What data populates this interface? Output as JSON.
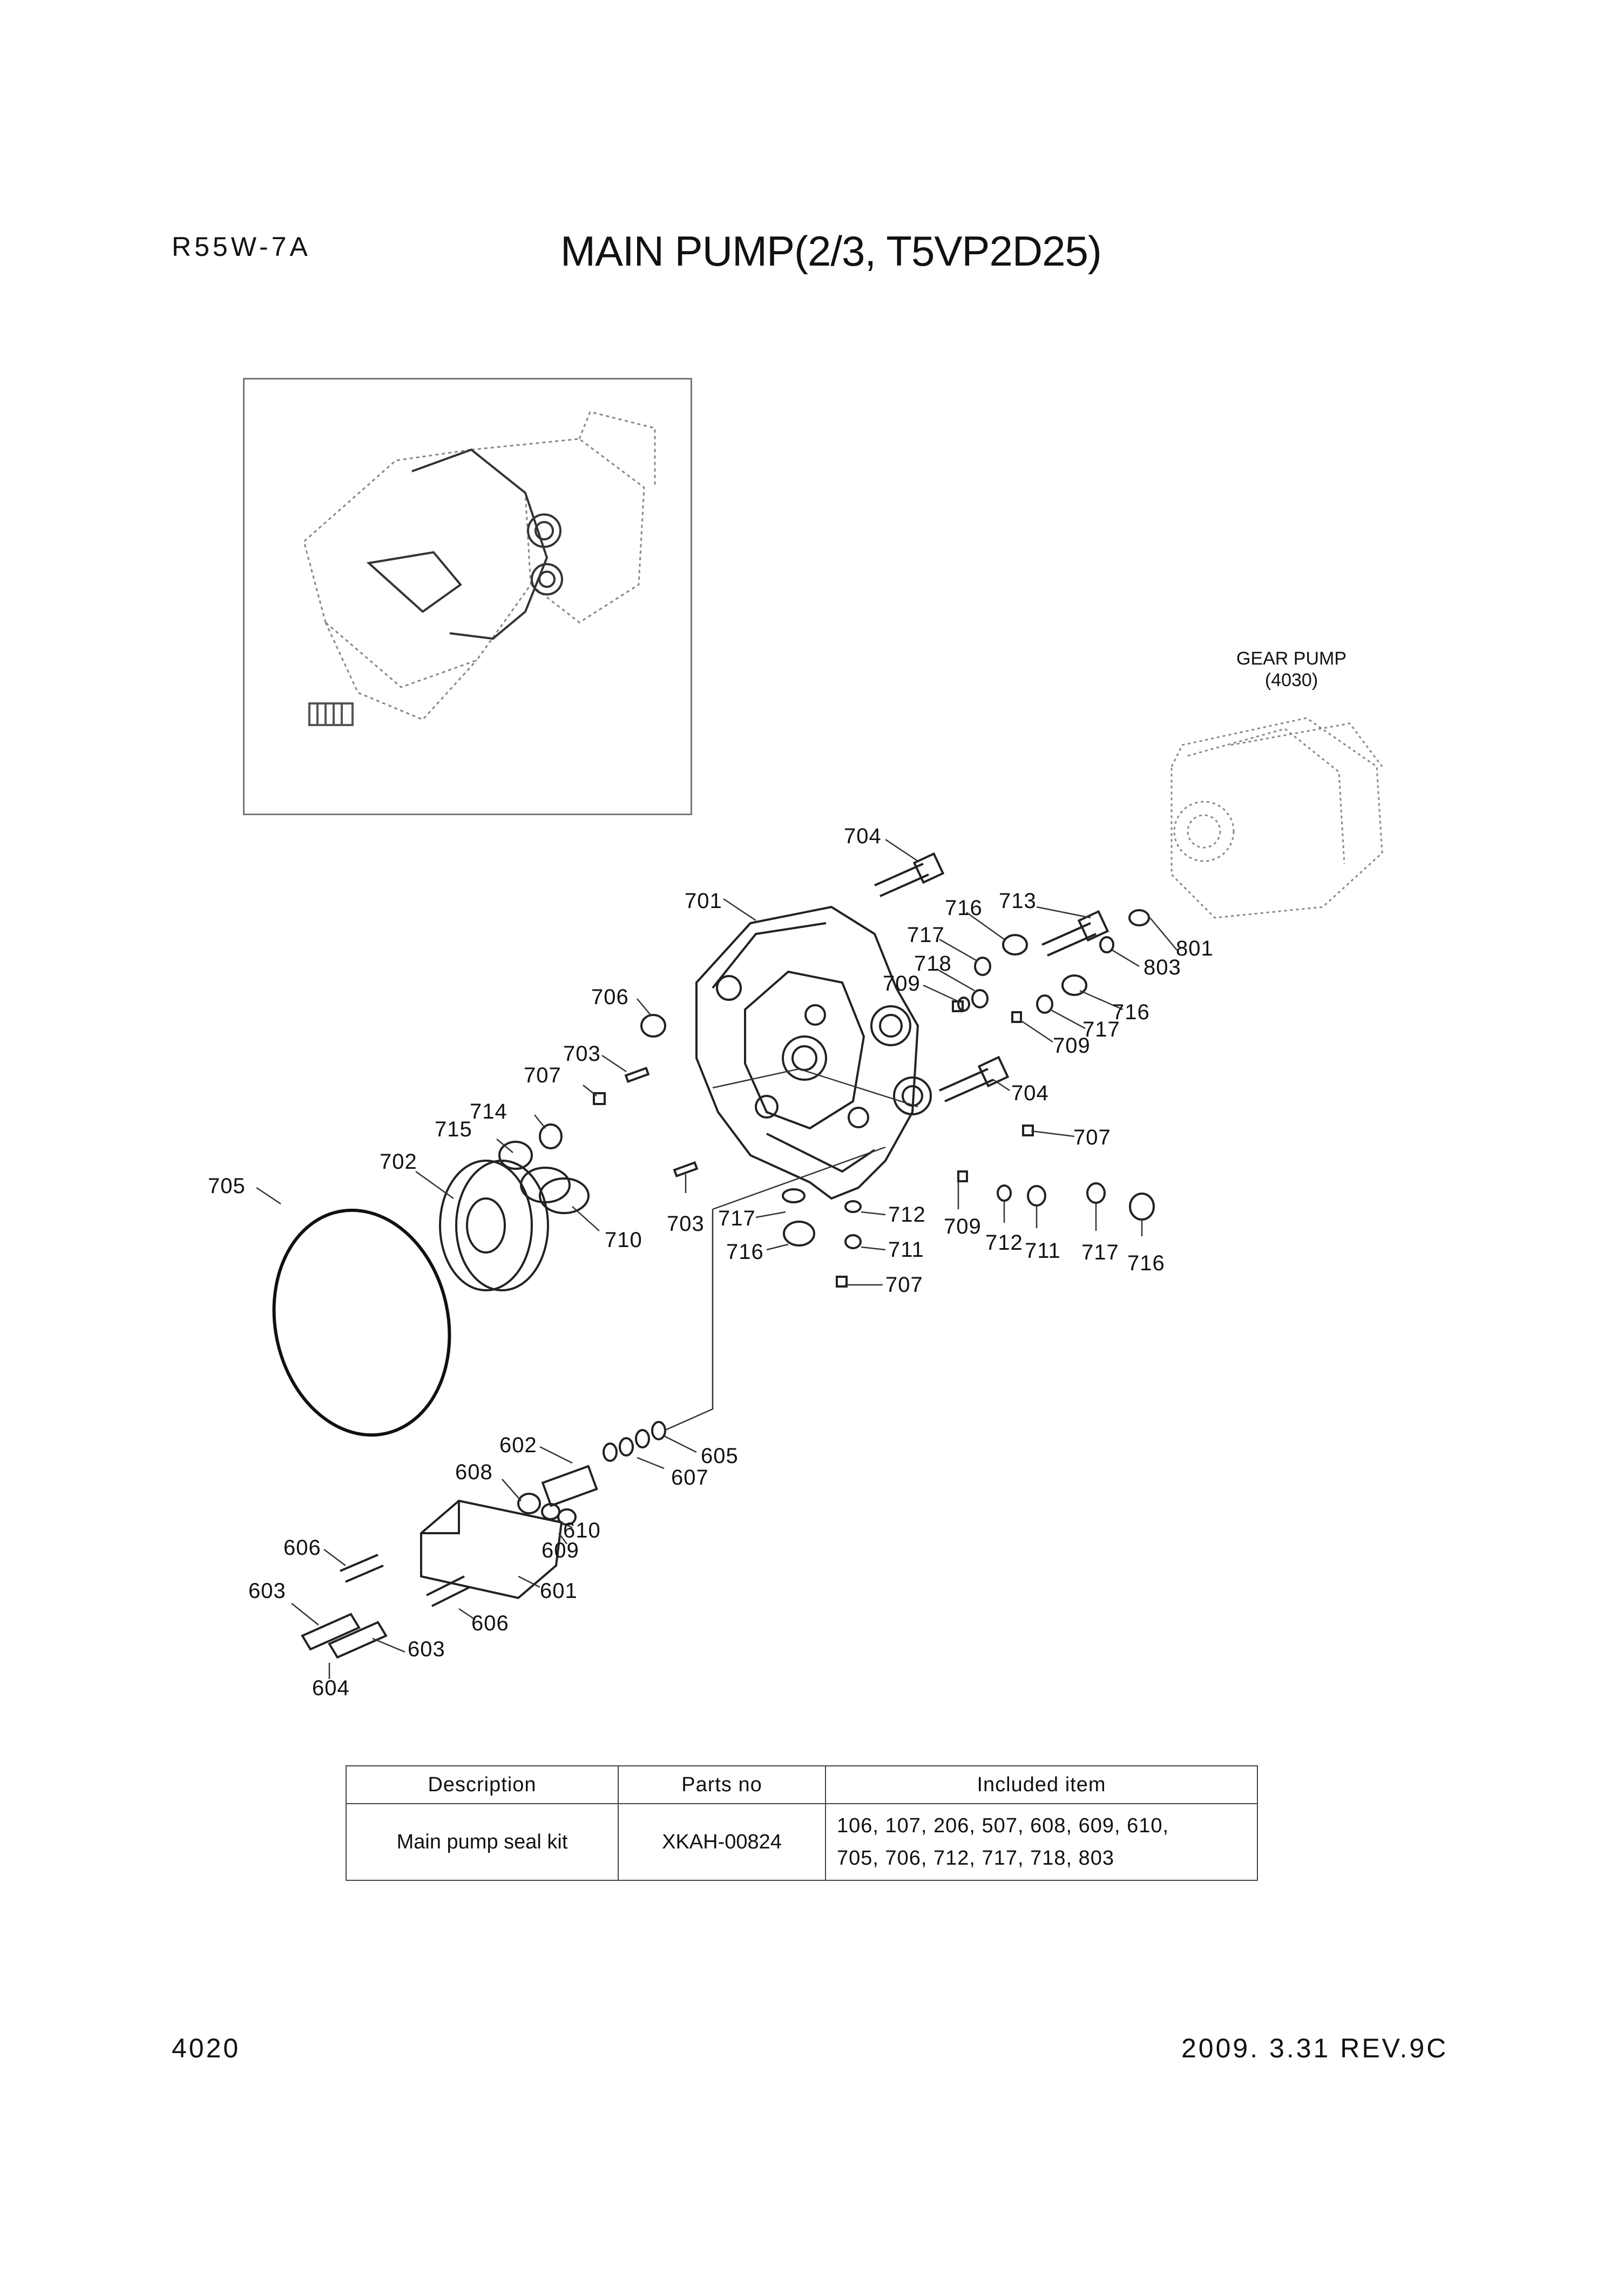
{
  "header": {
    "model": "R55W-7A",
    "title": "MAIN PUMP(2/3, T5VP2D25)"
  },
  "assembly": {
    "gear_pump_label": "GEAR PUMP",
    "gear_pump_ref": "(4030)",
    "part_callouts": {
      "c704a": "704",
      "c701": "701",
      "c716a": "716",
      "c713": "713",
      "c717a": "717",
      "c801": "801",
      "c718": "718",
      "c803": "803",
      "c709a": "709",
      "c706": "706",
      "c716b": "716",
      "c717b": "717",
      "c709b": "709",
      "c703a": "703",
      "c707a": "707",
      "c704b": "704",
      "c714": "714",
      "c715": "715",
      "c707b": "707",
      "c702": "702",
      "c705": "705",
      "c717c": "717",
      "c712a": "712",
      "c703b": "703",
      "c709c": "709",
      "c712b": "712",
      "c711a": "711",
      "c717d": "717",
      "c716c": "716",
      "c710": "710",
      "c716d": "716",
      "c711b": "711",
      "c707c": "707",
      "c602": "602",
      "c605": "605",
      "c608": "608",
      "c607": "607",
      "c610": "610",
      "c609": "609",
      "c606a": "606",
      "c601": "601",
      "c603a": "603",
      "c606b": "606",
      "c603b": "603",
      "c604": "604"
    }
  },
  "parts_table": {
    "headers": [
      "Description",
      "Parts no",
      "Included item"
    ],
    "rows": [
      {
        "description": "Main pump seal kit",
        "parts_no": "XKAH-00824",
        "included_line1": "106, 107, 206, 507, 608, 609, 610,",
        "included_line2": "705, 706, 712, 717, 718, 803"
      }
    ]
  },
  "footer": {
    "page_number": "4020",
    "revision": "2009. 3.31  REV.9C"
  }
}
